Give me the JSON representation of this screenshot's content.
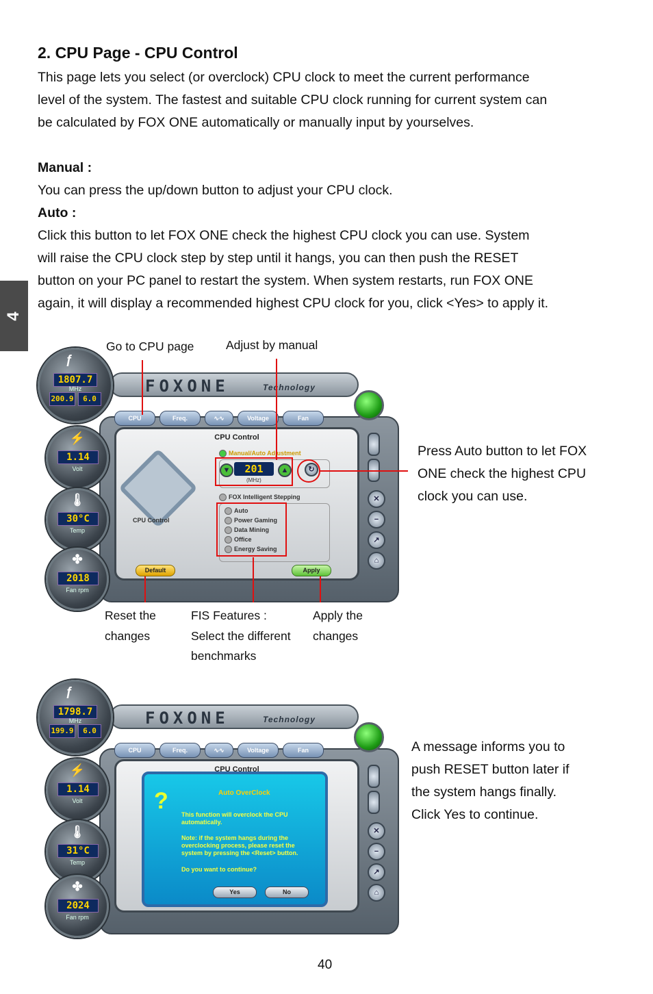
{
  "side_tab": {
    "label": "4"
  },
  "title": "2. CPU Page - CPU Control",
  "intro": [
    "This page lets you select (or overclock) CPU clock to meet the current performance",
    "level of the system. The fastest and suitable CPU clock running for current system can",
    "be calculated by FOX ONE automatically or manually input by yourselves."
  ],
  "manual": {
    "heading": "Manual :",
    "text": "You can press the up/down button to adjust your CPU clock."
  },
  "auto": {
    "heading": "Auto :",
    "lines": [
      "Click this button to let FOX ONE check the highest CPU clock you can use. System",
      "will raise the CPU clock step by step until it hangs, you can then push the RESET",
      "button on your PC panel to restart the system. When system restarts, run FOX ONE",
      "again, it will display a recommended highest CPU clock for you, click <Yes> to apply it."
    ]
  },
  "figure1": {
    "labels": {
      "go_cpu": "Go to CPU page",
      "adjust_manual": "Adjust by manual",
      "press_auto": [
        "Press Auto button to let FOX",
        "ONE check the highest CPU",
        "clock you can use."
      ],
      "reset": [
        "Reset the",
        "changes"
      ],
      "fis": [
        "FIS Features :",
        "Select the different",
        "benchmarks"
      ],
      "apply": [
        "Apply the",
        "changes"
      ]
    },
    "app": {
      "logo": "FOXONE",
      "tech": "Technology",
      "gauges": {
        "cpu_clock": "1807.7",
        "cpu_unit": "MHz",
        "cpu_fsb": "200.9",
        "cpu_mult": "6.0",
        "volt": "1.14",
        "volt_caption": "Volt",
        "temp": "30°C",
        "temp_caption": "Temp",
        "fan": "2018",
        "fan_caption": "Fan rpm"
      },
      "tabs": [
        "CPU",
        "Freq.",
        "",
        "Voltage",
        "Fan"
      ],
      "panel_title": "CPU Control",
      "panel_caption": "CPU Control",
      "manual_label": "Manual/Auto Adjustment",
      "clock_value": "201",
      "clock_unit": "(MHz)",
      "fis_label": "FOX Intelligent Stepping",
      "fis_options": [
        "Auto",
        "Power Gaming",
        "Data Mining",
        "Office",
        "Energy Saving"
      ],
      "default_btn": "Default",
      "apply_btn": "Apply"
    }
  },
  "figure2": {
    "callout": [
      "A message informs you to",
      "push RESET button later if",
      "the  system hangs finally.",
      "Click Yes to continue."
    ],
    "app": {
      "logo": "FOXONE",
      "tech": "Technology",
      "gauges": {
        "cpu_clock": "1798.7",
        "cpu_unit": "MHz",
        "cpu_fsb": "199.9",
        "cpu_mult": "6.0",
        "volt": "1.14",
        "volt_caption": "Volt",
        "temp": "31°C",
        "temp_caption": "Temp",
        "fan": "2024",
        "fan_caption": "Fan rpm"
      },
      "tabs": [
        "CPU",
        "Freq.",
        "",
        "Voltage",
        "Fan"
      ],
      "panel_title": "CPU Control",
      "dialog": {
        "title": "Auto OverClock",
        "line1": "This function will overclock the CPU",
        "line2": "automatically.",
        "note1": "Note: if the system hangs during the",
        "note2": "overclocking process, please reset the",
        "note3": "system by pressing the <Reset> button.",
        "question": "Do you want to continue?",
        "yes": "Yes",
        "no": "No"
      }
    }
  },
  "page_number": "40"
}
